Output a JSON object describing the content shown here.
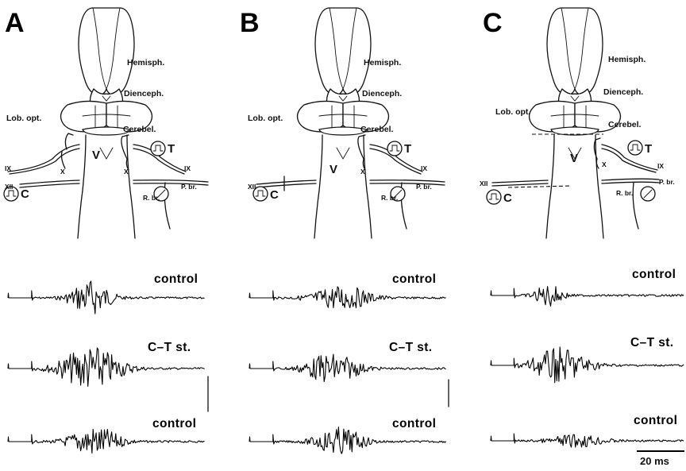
{
  "panels": [
    {
      "letter": "A",
      "labels": {
        "hemisph": "Hemisph.",
        "dienceph": "Dienceph.",
        "lob_opt": "Lob. opt.",
        "cerebel": "Cerebel.",
        "ventricle": "V",
        "nerve_ix_left": "IX",
        "nerve_x_left": "X",
        "nerve_x_right": "X",
        "nerve_ix_right": "IX",
        "nerve_xii": "XII",
        "pbr": "P. br.",
        "rbr": "R. br.",
        "stim_c": "C",
        "stim_t": "T"
      },
      "traces": [
        {
          "label": "control",
          "amplitude": 1.0,
          "burst_center": 0.42,
          "burst_width": 0.22
        },
        {
          "label": "C–T st.",
          "amplitude": 1.25,
          "burst_center": 0.42,
          "burst_width": 0.34
        },
        {
          "label": "control",
          "amplitude": 0.85,
          "burst_center": 0.44,
          "burst_width": 0.28
        }
      ]
    },
    {
      "letter": "B",
      "labels": {
        "hemisph": "Hemisph.",
        "dienceph": "Dienceph.",
        "lob_opt": "Lob. opt.",
        "cerebel": "Cerebel.",
        "ventricle": "V",
        "nerve_x_right": "X",
        "nerve_ix_right": "IX",
        "nerve_xii": "XII",
        "pbr": "P. br.",
        "rbr": "R. br.",
        "stim_c": "C",
        "stim_t": "T"
      },
      "traces": [
        {
          "label": "control",
          "amplitude": 0.7,
          "burst_center": 0.47,
          "burst_width": 0.32
        },
        {
          "label": "C–T st.",
          "amplitude": 0.85,
          "burst_center": 0.42,
          "burst_width": 0.3
        },
        {
          "label": "control",
          "amplitude": 0.8,
          "burst_center": 0.46,
          "burst_width": 0.26
        }
      ]
    },
    {
      "letter": "C",
      "labels": {
        "hemisph": "Hemisph.",
        "dienceph": "Dienceph.",
        "lob_opt": "Lob. opt.",
        "cerebel": "Cerebel.",
        "ventricle": "V",
        "nerve_x_right": "X",
        "nerve_ix_right": "IX",
        "nerve_xii": "XII",
        "pbr": "P. br.",
        "rbr": "R. br.",
        "stim_c": "C",
        "stim_t": "T"
      },
      "traces": [
        {
          "label": "control",
          "amplitude": 0.6,
          "burst_center": 0.3,
          "burst_width": 0.16
        },
        {
          "label": "C–T st.",
          "amplitude": 1.0,
          "burst_center": 0.36,
          "burst_width": 0.32
        },
        {
          "label": "control",
          "amplitude": 0.35,
          "burst_center": 0.45,
          "burst_width": 0.3
        }
      ]
    }
  ],
  "scale_bar": {
    "label": "20 ms"
  }
}
